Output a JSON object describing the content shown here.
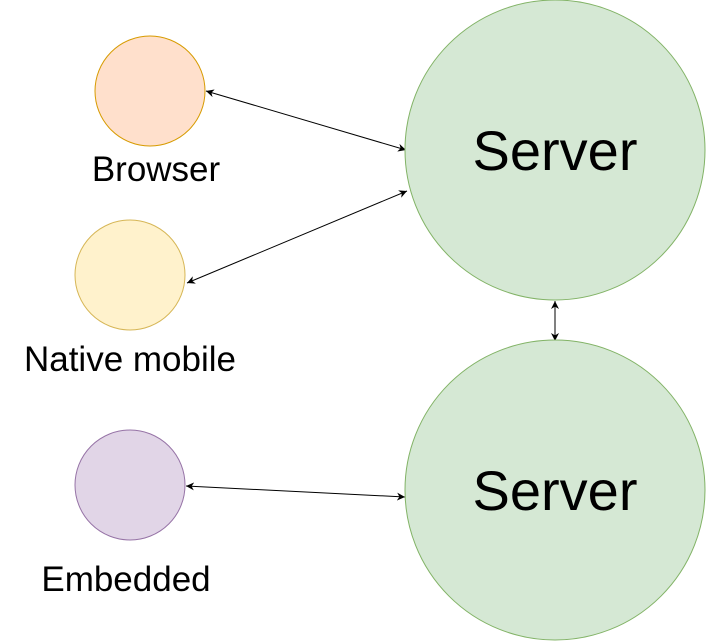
{
  "colors": {
    "browser_fill": "#ffe0cc",
    "browser_stroke": "#d79b00",
    "mobile_fill": "#fff2cc",
    "mobile_stroke": "#d6b656",
    "embedded_fill": "#e1d5e7",
    "embedded_stroke": "#9673a6",
    "server_fill": "#d5e8d4",
    "server_stroke": "#82b366",
    "edge": "#000000"
  },
  "nodes": {
    "browser": {
      "label": "Browser"
    },
    "native_mobile": {
      "label": "Native mobile"
    },
    "embedded": {
      "label": "Embedded"
    },
    "server_top": {
      "label": "Server"
    },
    "server_bottom": {
      "label": "Server"
    }
  },
  "edges": [
    {
      "from": "browser",
      "to": "server_top",
      "direction": "both"
    },
    {
      "from": "native_mobile",
      "to": "server_top",
      "direction": "both"
    },
    {
      "from": "server_top",
      "to": "server_bottom",
      "direction": "both"
    },
    {
      "from": "embedded",
      "to": "server_bottom",
      "direction": "both"
    }
  ]
}
